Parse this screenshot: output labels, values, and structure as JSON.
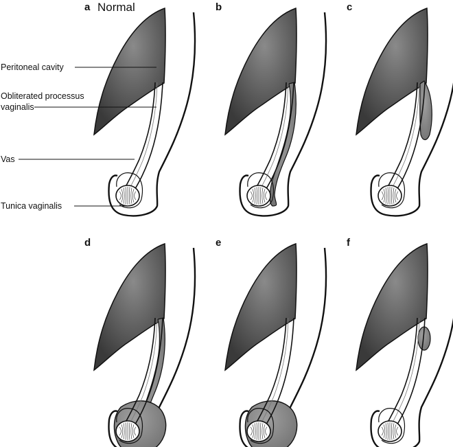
{
  "figure": {
    "colors": {
      "cavity_dark": "#3d3d3d",
      "cavity_light": "#8a8a8a",
      "fluid": "#8c8c8c",
      "outline": "#111111",
      "background": "#ffffff"
    },
    "panels": [
      {
        "letter": "a",
        "title": "Normal",
        "variant": "normal"
      },
      {
        "letter": "b",
        "title": "",
        "variant": "patent-full"
      },
      {
        "letter": "c",
        "title": "",
        "variant": "upper-sac"
      },
      {
        "letter": "d",
        "title": "",
        "variant": "communicating-hydrocele"
      },
      {
        "letter": "e",
        "title": "",
        "variant": "non-communicating-hydrocele"
      },
      {
        "letter": "f",
        "title": "",
        "variant": "cord-cyst"
      }
    ],
    "annotations": [
      {
        "key": "peritoneal",
        "lines": [
          "Peritoneal cavity"
        ]
      },
      {
        "key": "processus",
        "lines": [
          "Obliterated processus",
          "vaginalis"
        ]
      },
      {
        "key": "vas",
        "lines": [
          "Vas"
        ]
      },
      {
        "key": "tunica",
        "lines": [
          "Tunica vaginalis"
        ]
      }
    ]
  }
}
